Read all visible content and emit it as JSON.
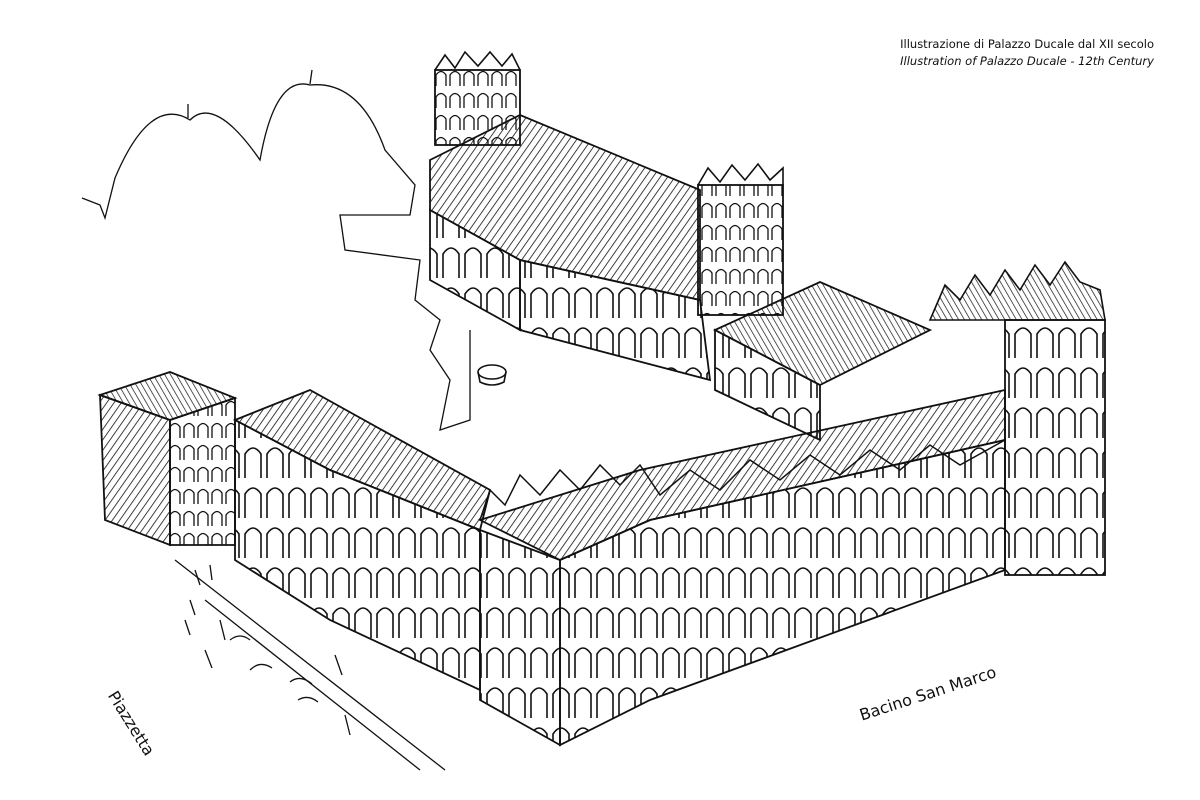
{
  "caption": {
    "italian": "Illustrazione di Palazzo Ducale dal XII secolo",
    "english": "Illustration of Palazzo Ducale - 12th Century"
  },
  "labels": {
    "piazzetta": "Piazzetta",
    "bacino": "Bacino San Marco"
  },
  "colors": {
    "ink": "#111111",
    "paper": "#ffffff"
  }
}
